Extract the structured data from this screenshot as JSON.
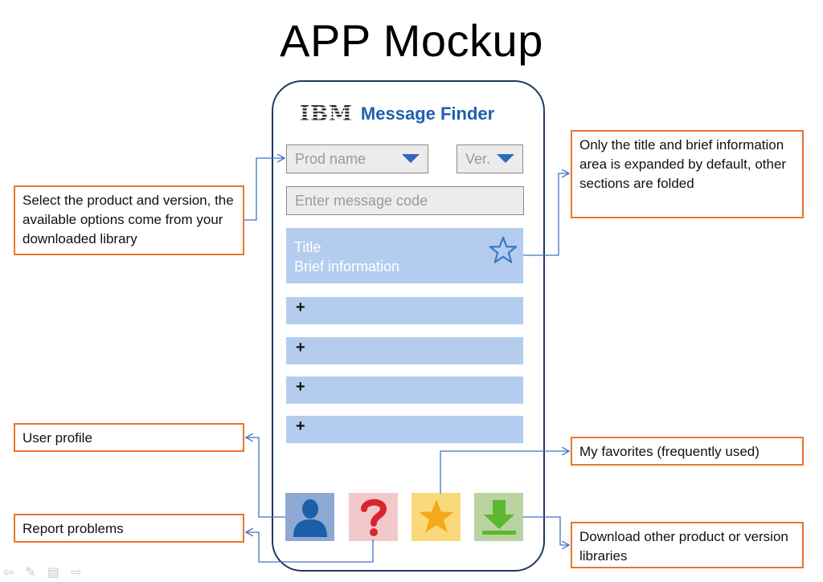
{
  "page": {
    "title": "APP Mockup"
  },
  "app": {
    "logo_text": "IBM",
    "name": "Message Finder",
    "product_select": {
      "placeholder": "Prod name"
    },
    "version_select": {
      "placeholder": "Ver."
    },
    "message_input": {
      "placeholder": "Enter message code"
    },
    "result_card": {
      "title": "Title",
      "brief": "Brief information",
      "favorite_icon": "star-outline-icon"
    },
    "folded_sections": [
      {
        "toggle": "+"
      },
      {
        "toggle": "+"
      },
      {
        "toggle": "+"
      },
      {
        "toggle": "+"
      }
    ],
    "bottom_nav": [
      {
        "icon": "user-profile-icon",
        "color": "#8ea9d4"
      },
      {
        "icon": "question-mark-icon",
        "color": "#f2c9cb"
      },
      {
        "icon": "star-icon",
        "color": "#f9d97a"
      },
      {
        "icon": "download-arrow-icon",
        "color": "#b9d4a0"
      }
    ]
  },
  "callouts": {
    "product_version": "Select the product and version, the available options come from your downloaded library",
    "default_expanded": "Only the title and brief information area is expanded by default, other sections are folded",
    "user_profile": "User profile",
    "report_problems": "Report problems",
    "favorites": "My favorites (frequently used)",
    "download": "Download other product or version libraries"
  },
  "colors": {
    "accent": "#e9762b",
    "phone_border": "#1f3864",
    "panel": "#b4cdef",
    "brand_blue": "#1f5fae"
  }
}
